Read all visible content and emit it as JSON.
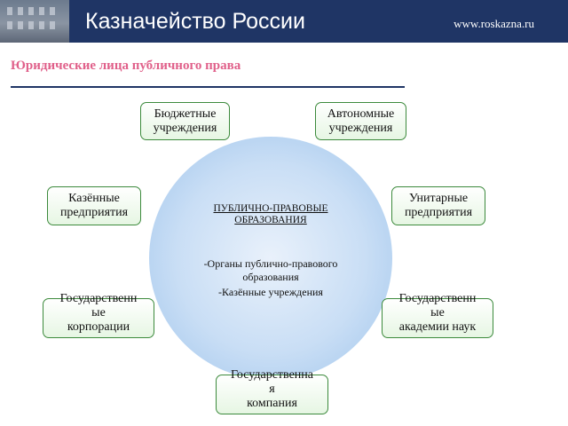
{
  "header": {
    "title": "Казначейство России",
    "url": "www.roskazna.ru"
  },
  "subtitle": "Юридические лица публичного права",
  "center": {
    "title": "ПУБЛИЧНО-ПРАВОВЫЕ ОБРАЗОВАНИЯ",
    "line1": "-Органы публично-правового",
    "line2": "образования",
    "line3": "-Казённые учреждения"
  },
  "nodes": {
    "budget": "Бюджетные\nучреждения",
    "autonomous": "Автономные\nучреждения",
    "treasury_enterprises": "Казённые\nпредприятия",
    "unitary": "Унитарные\nпредприятия",
    "state_corporations": "Государственн\nые\nкорпорации",
    "academies": "Государственн\nые\nакадемии наук",
    "state_company": "Государственна\nя\nкомпания"
  }
}
